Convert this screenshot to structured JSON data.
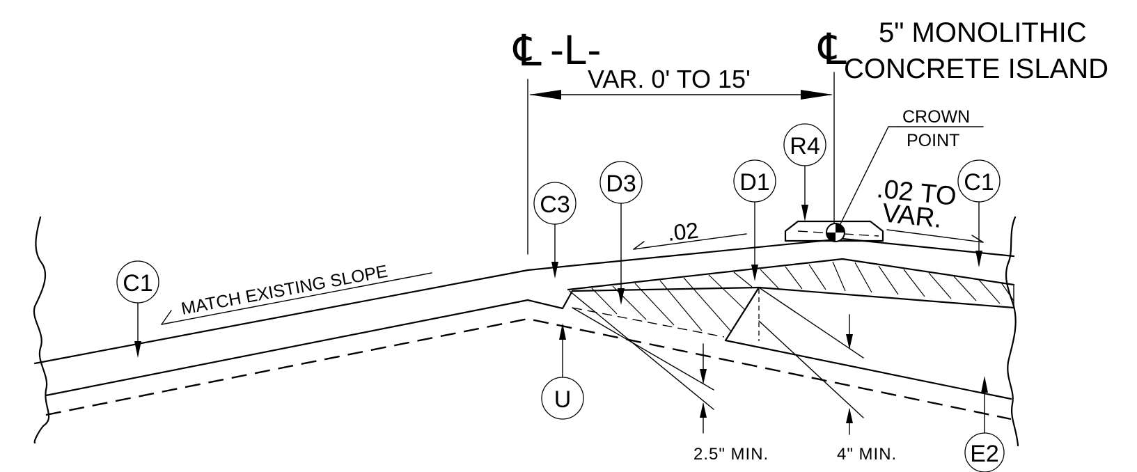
{
  "centerline_symbol": "℄",
  "centerline_label": "-L-",
  "island_label": {
    "line1": "5\" MONOLITHIC",
    "line2": "CONCRETE ISLAND"
  },
  "width_dimension": "VAR. 0' TO 15'",
  "crown_point": {
    "line1": "CROWN",
    "line2": "POINT"
  },
  "slope_left": ".02",
  "slope_right": {
    "line1": ".02 TO",
    "line2": "VAR."
  },
  "match_slope": "MATCH EXISTING SLOPE",
  "depth_dims": {
    "left": "2.5\" MIN.",
    "right": "4\" MIN."
  },
  "callouts": {
    "c1_left": "C1",
    "c3": "C3",
    "d3": "D3",
    "d1": "D1",
    "r4": "R4",
    "c1_right": "C1",
    "u": "U",
    "e2": "E2"
  }
}
